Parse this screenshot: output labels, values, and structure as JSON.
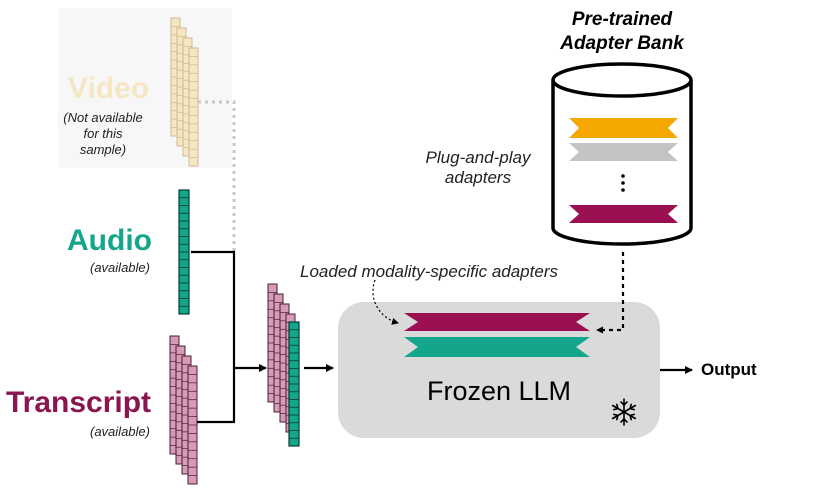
{
  "modalities": {
    "video": {
      "label": "Video",
      "note": "(Not available\nfor this\nsample)",
      "color": "#f5e6c4"
    },
    "audio": {
      "label": "Audio",
      "note": "(available)",
      "color": "#13a68b"
    },
    "transcript": {
      "label": "Transcript",
      "note": "(available)",
      "color": "#8b1550"
    }
  },
  "bank": {
    "title_line1": "Pre-trained",
    "title_line2": "Adapter Bank",
    "plug_label": "Plug-and-play\nadapters",
    "adapter_colors": [
      "#f5a800",
      "#c4c4c4",
      "#9b1050"
    ]
  },
  "loaded_label": "Loaded modality-specific adapters",
  "llm": {
    "label": "Frozen LLM",
    "icon": "snowflake-icon"
  },
  "output_label": "Output",
  "colors": {
    "video_cell": "#f5e6c4",
    "audio_cell": "#13a68b",
    "transcript_cell": "#d79ab7",
    "adapter_maroon": "#9b1050",
    "adapter_teal": "#13a68b",
    "llm_box": "#dadada"
  }
}
